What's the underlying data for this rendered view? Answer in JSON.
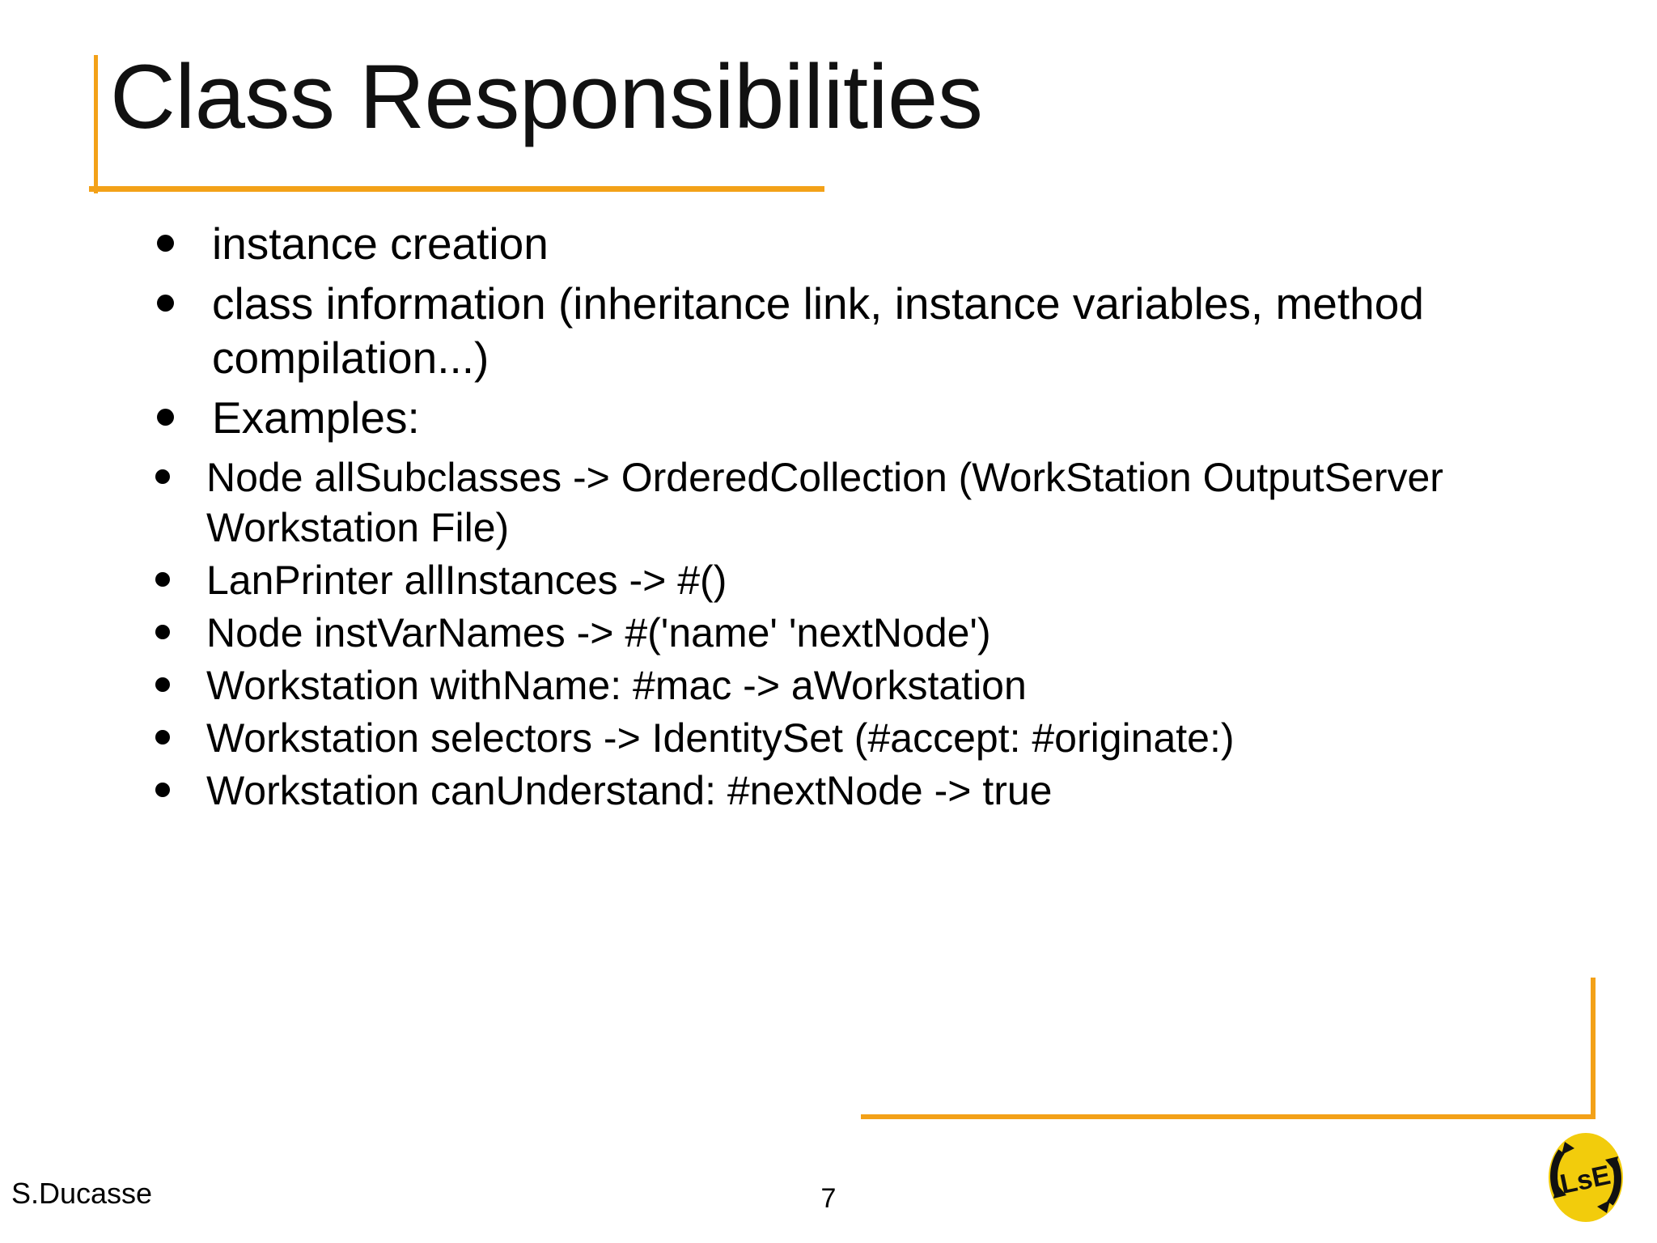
{
  "slide": {
    "title": "Class Responsibilities",
    "accent_color": "#F3A118",
    "text_color": "#000000",
    "background_color": "#FFFFFF"
  },
  "bullets": [
    {
      "level": 1,
      "text": "instance creation"
    },
    {
      "level": 1,
      "text": "class information (inheritance link, instance variables, method compilation...)"
    },
    {
      "level": 1,
      "text": "Examples:"
    }
  ],
  "examples": [
    "Node allSubclasses -> OrderedCollection (WorkStation OutputServer Workstation File)",
    "LanPrinter allInstances -> #()",
    "Node instVarNames -> #('name' 'nextNode')",
    "Workstation withName: #mac -> aWorkstation",
    "Workstation selectors  -> IdentitySet (#accept: #originate:)",
    "Workstation canUnderstand: #nextNode -> true"
  ],
  "footer": {
    "author": "S.Ducasse",
    "page_number": "7",
    "logo_text": "LsE",
    "logo_color": "#F2CC0C"
  }
}
